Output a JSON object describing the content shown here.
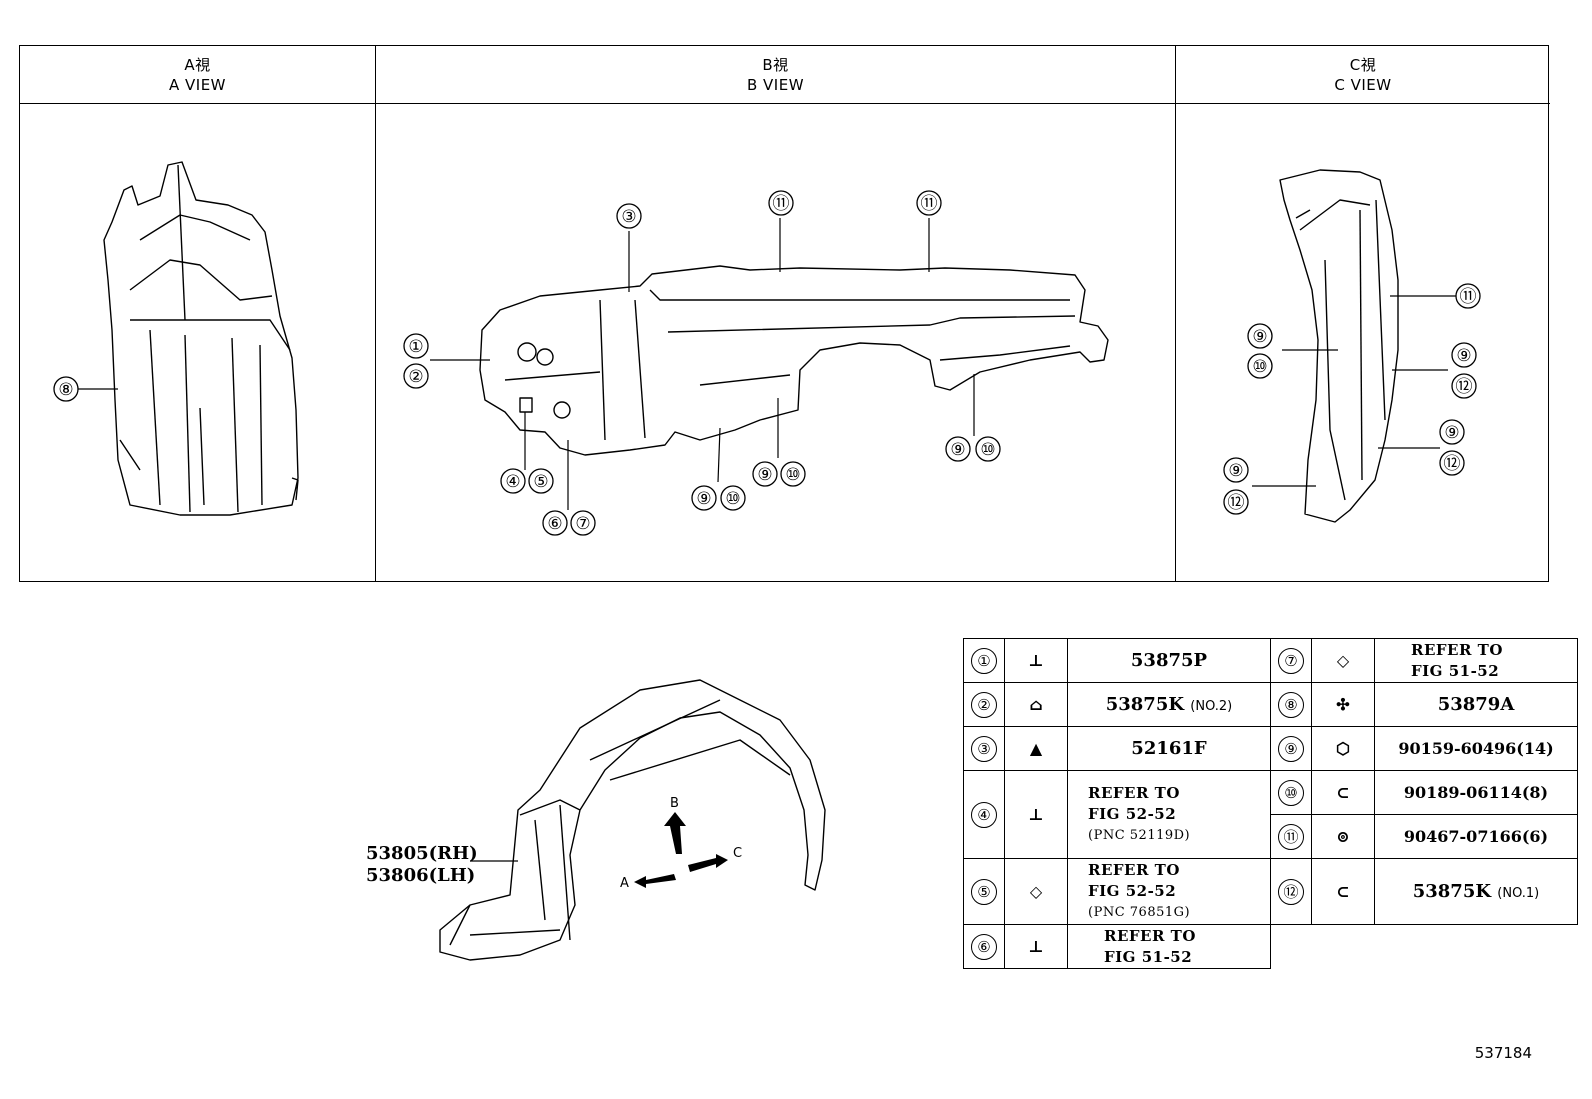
{
  "views": [
    {
      "jp": "A視",
      "en": "A VIEW"
    },
    {
      "jp": "B視",
      "en": "B VIEW"
    },
    {
      "jp": "C視",
      "en": "C VIEW"
    }
  ],
  "callout_numbers": [
    "①",
    "②",
    "③",
    "④",
    "⑤",
    "⑥",
    "⑦",
    "⑧",
    "⑨",
    "⑩",
    "⑪",
    "⑫"
  ],
  "assembly": {
    "part_rh": "53805(RH)",
    "part_lh": "53806(LH)",
    "arrow_a": "A",
    "arrow_b": "B",
    "arrow_c": "C"
  },
  "legend": [
    {
      "no": "①",
      "part": "53875P",
      "icon": "clip-icon"
    },
    {
      "no": "②",
      "part": "53875K",
      "note": "(NO.2)",
      "icon": "retainer-icon"
    },
    {
      "no": "③",
      "part": "52161F",
      "icon": "push-clip-icon"
    },
    {
      "no": "④",
      "ref1": "REFER TO",
      "ref2": "FIG 52-52",
      "ref3": "(PNC 52119D)",
      "icon": "screw-icon"
    },
    {
      "no": "⑤",
      "ref1": "REFER TO",
      "ref2": "FIG 52-52",
      "ref3": "(PNC 76851G)",
      "icon": "nut-icon"
    },
    {
      "no": "⑥",
      "ref1": "REFER TO",
      "ref2": "FIG 51-52",
      "icon": "screw-icon"
    },
    {
      "no": "⑦",
      "ref1": "REFER TO",
      "ref2": "FIG 51-52",
      "icon": "nut-icon"
    },
    {
      "no": "⑧",
      "part": "53879A",
      "icon": "fastener-icon"
    },
    {
      "no": "⑨",
      "part": "90159-60496(14)",
      "icon": "bolt-icon"
    },
    {
      "no": "⑩",
      "part": "90189-06114(8)",
      "icon": "grommet-icon"
    },
    {
      "no": "⑪",
      "part": "90467-07166(6)",
      "icon": "clip-icon"
    },
    {
      "no": "⑫",
      "part": "53875K",
      "note": "(NO.1)",
      "icon": "grommet-icon"
    }
  ],
  "figure_number": "537184"
}
